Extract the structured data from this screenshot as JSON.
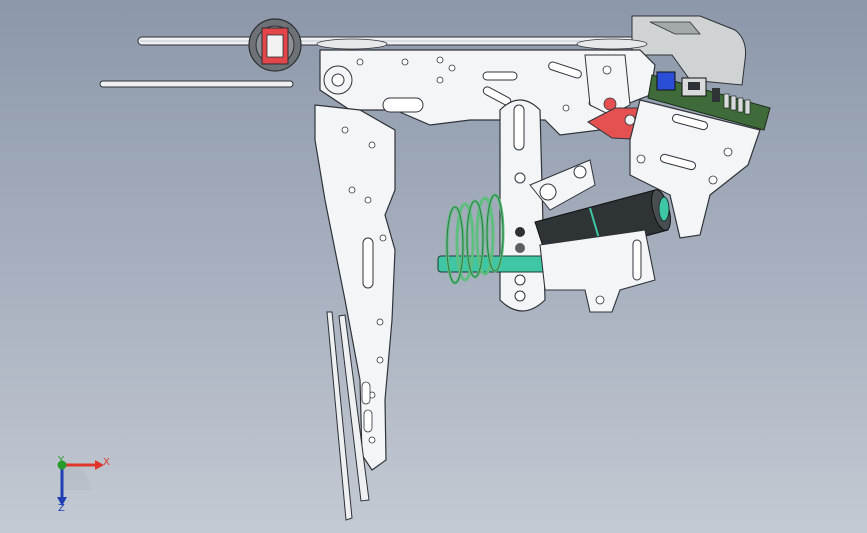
{
  "viewport": {
    "background_top": "#8c98aa",
    "background_bottom": "#c4cad3"
  },
  "colors": {
    "plate_fill": "#f4f5f7",
    "plate_stroke": "#30343a",
    "bearing_red": "#e2464b",
    "spring_green": "#5fbf7f",
    "rod_teal": "#3fc7a5",
    "cylinder_dark": "#2e3336",
    "pcb_green": "#3f6b3b",
    "pcb_blue": "#2a4fd6",
    "bracket_grey": "#cfd3d4",
    "red_bracket": "#e55050"
  },
  "triad": {
    "x_label": "X",
    "y_label": "Y",
    "z_label": "Z",
    "x_color": "#e0352b",
    "y_color": "#2a9a2a",
    "z_color": "#1f3fb4"
  }
}
